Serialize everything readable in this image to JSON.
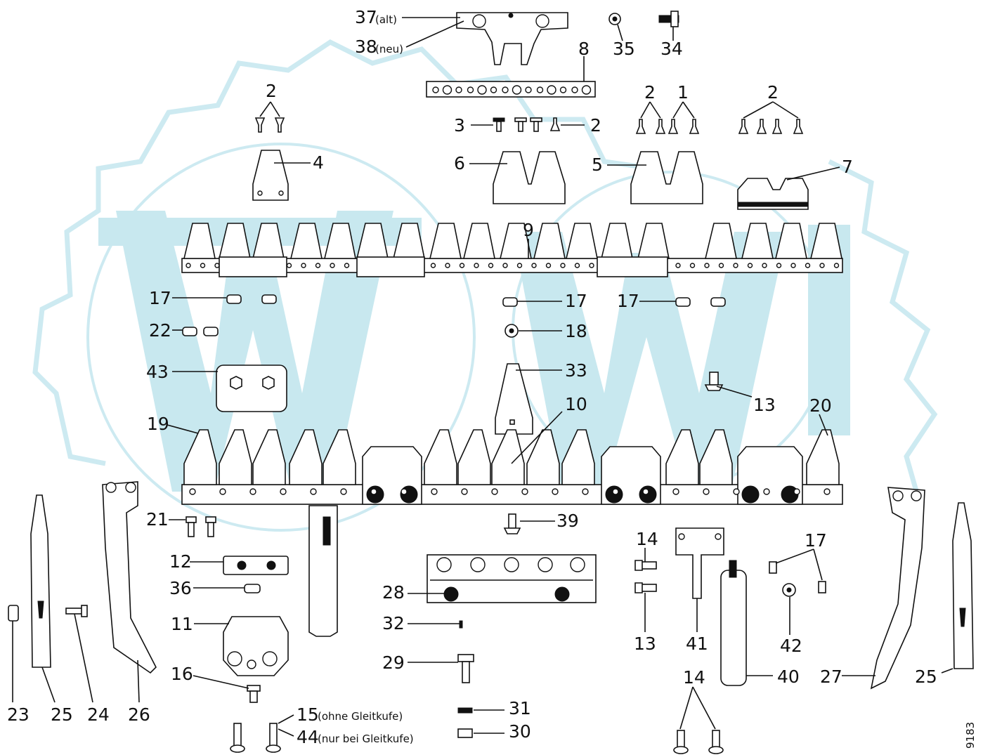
{
  "watermark": {
    "color": "#c8e8ef",
    "name": "gear-logo-watermark"
  },
  "drawing_number": "9183",
  "labels": {
    "p37": "37",
    "p37_note": "(alt)",
    "p38": "38",
    "p38_note": "(neu)",
    "p8": "8",
    "p35": "35",
    "p34": "34",
    "p2a": "2",
    "p2b": "2",
    "p2c": "2",
    "p2d": "2",
    "p1": "1",
    "p3": "3",
    "p4": "4",
    "p6": "6",
    "p5": "5",
    "p7": "7",
    "p9": "9",
    "p17a": "17",
    "p17b": "17",
    "p17c": "17",
    "p17d": "17",
    "p22": "22",
    "p18": "18",
    "p43": "43",
    "p33": "33",
    "p13a": "13",
    "p13b": "13",
    "p10": "10",
    "p19": "19",
    "p20": "20",
    "p21": "21",
    "p39": "39",
    "p14a": "14",
    "p14b": "14",
    "p12": "12",
    "p36": "36",
    "p28": "28",
    "p41": "41",
    "p42": "42",
    "p11": "11",
    "p32": "32",
    "p29": "29",
    "p40": "40",
    "p27": "27",
    "p25a": "25",
    "p25b": "25",
    "p16": "16",
    "p15": "15",
    "p15_note": "(ohne Gleitkufe)",
    "p44": "44",
    "p44_note": "(nur bei Gleitkufe)",
    "p31": "31",
    "p30": "30",
    "p23": "23",
    "p24": "24",
    "p26": "26"
  }
}
